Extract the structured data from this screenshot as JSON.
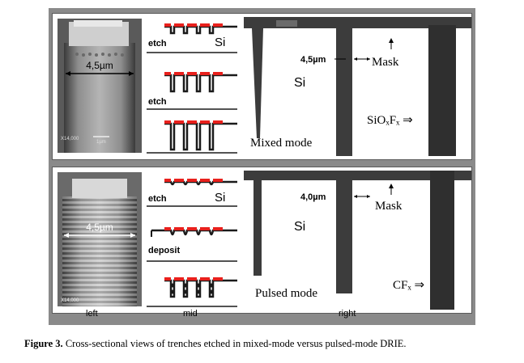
{
  "top_panel": {
    "sem_width_label": "4,5µm",
    "sem_info": "X14,000",
    "sem_scale": "1µm",
    "mid_etch_label_1": "etch",
    "mid_si_label": "Si",
    "mid_etch_label_2": "etch",
    "right_width_label": "4,5µm",
    "right_mask_label": "Mask",
    "right_si_label": "Si",
    "right_mode_label": "Mixed mode",
    "right_film_label": "SiOₓFₓ ⇒"
  },
  "bottom_panel": {
    "sem_width_label": "4,5µm",
    "sem_info": "X14,000",
    "mid_etch_label": "etch",
    "mid_si_label": "Si",
    "mid_deposit_label": "deposit",
    "right_width_label": "4,0µm",
    "right_mask_label": "Mask",
    "right_si_label": "Si",
    "right_mode_label": "Pulsed mode",
    "right_film_label": "CFₓ ⇒"
  },
  "column_labels": {
    "left": "left",
    "mid": "mid",
    "right": "right"
  },
  "caption": {
    "prefix": "Figure 3.",
    "text": " Cross-sectional views of trenches etched in mixed-mode versus pulsed-mode DRIE."
  },
  "colors": {
    "mask_red": "#e8201c",
    "silicon_dark": "#1a1a1a",
    "trench_dark": "#3c3c3c",
    "frame_gray": "#8a8a8a"
  }
}
